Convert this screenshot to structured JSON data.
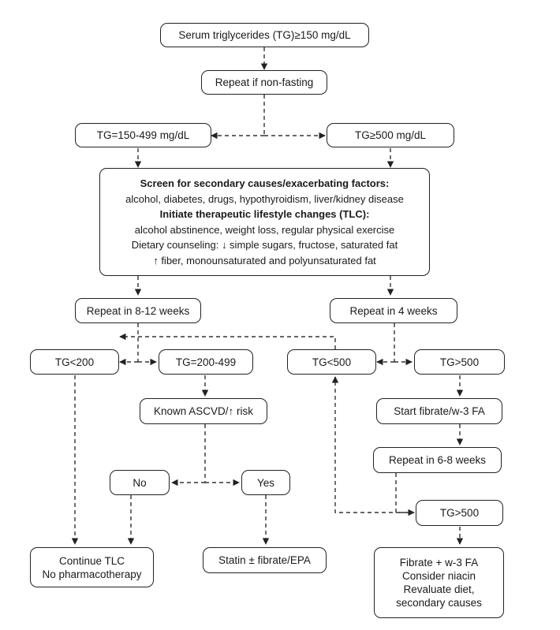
{
  "nodes": {
    "serum": "Serum triglycerides (TG)≥150 mg/dL",
    "repeat_fasting": "Repeat if non-fasting",
    "tg_150_499": "TG=150-499 mg/dL",
    "tg_ge_500": "TG≥500 mg/dL",
    "screen": {
      "heading1": "Screen for secondary causes/exacerbating factors:",
      "line1": "alcohol, diabetes, drugs, hypothyroidism, liver/kidney disease",
      "heading2": "Initiate therapeutic lifestyle changes (TLC):",
      "line2": "alcohol abstinence, weight loss, regular physical exercise",
      "line3": "Dietary counseling: ↓ simple sugars, fructose, saturated fat",
      "line4": "↑ fiber, monounsaturated and polyunsaturated fat"
    },
    "repeat_8_12": "Repeat in 8-12 weeks",
    "repeat_4": "Repeat in 4 weeks",
    "tg_lt_200": "TG<200",
    "tg_200_499": "TG=200-499",
    "tg_lt_500": "TG<500",
    "tg_gt_500_a": "TG>500",
    "known_ascvd": "Known ASCVD/↑ risk",
    "start_fibrate": "Start fibrate/w-3 FA",
    "no": "No",
    "yes": "Yes",
    "repeat_6_8": "Repeat in 6-8 weeks",
    "tg_gt_500_b": "TG>500",
    "continue_tlc": {
      "line1": "Continue TLC",
      "line2": "No pharmacotherapy"
    },
    "statin": "Statin ± fibrate/EPA",
    "fibrate_final": {
      "line1": "Fibrate + w-3 FA",
      "line2": "Consider niacin",
      "line3": "Revaluate diet,",
      "line4": "secondary causes"
    }
  }
}
